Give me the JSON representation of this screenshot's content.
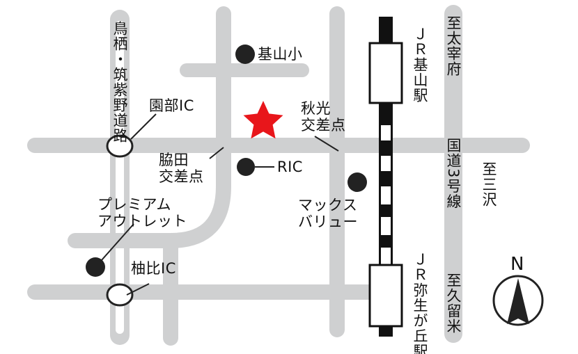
{
  "colors": {
    "road": "#cfd0d1",
    "railway": "#111111",
    "marker": "#222222",
    "star": "#e8161b",
    "text": "#111111"
  },
  "icons": {
    "destination": "star-icon",
    "landmark": "filled-circle",
    "interchange": "open-circle",
    "compass": "north-arrow-icon"
  },
  "labels": {
    "tosu_chikushino_road": "鳥栖・筑紫野道路",
    "sonobe_ic": "園部IC",
    "kiyama_elementary": "基山小",
    "akimitsu_intersection": "秋光\n交差点",
    "wakita_intersection": "脇田\n交差点",
    "ric": "RIC",
    "premium_outlet": "プレミアム\nアウトレット",
    "max_value": "マックス\nバリュー",
    "yubi_ic": "柚比IC",
    "jr_kiyama_station": "ＪＲ基山駅",
    "jr_yayoigaoka_station": "ＪＲ弥生が丘駅",
    "to_dazaifu": "至太宰府",
    "route_3": "国道3号線",
    "to_misawa": "至三沢",
    "to_kurume": "至久留米",
    "north": "N"
  }
}
